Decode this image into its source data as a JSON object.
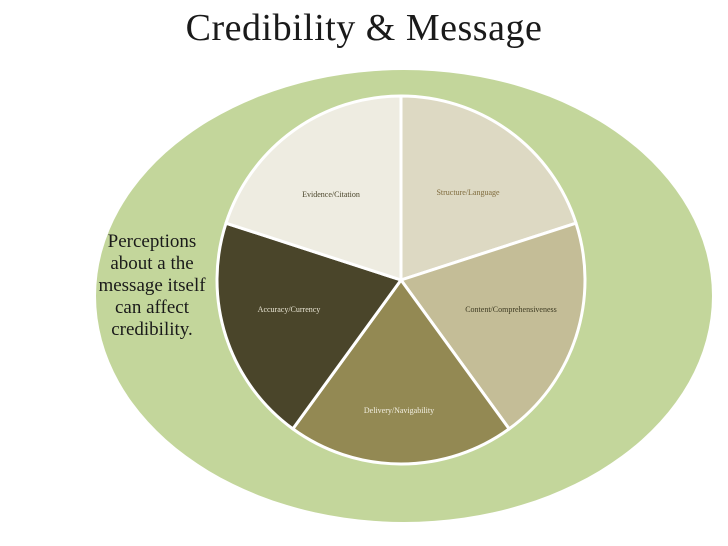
{
  "slide": {
    "title": "Credibility & Message",
    "note_lines": [
      "Perceptions",
      "about a the",
      "message itself",
      "can affect",
      "credibility."
    ]
  },
  "segments": [
    {
      "label": "Structure/Language",
      "fill": "#ddd9c3",
      "text_color": "#7f6b3c"
    },
    {
      "label": "Content/Comprehensiveness",
      "fill": "#c4bd97",
      "text_color": "#3d3a22"
    },
    {
      "label": "Delivery/Navigability",
      "fill": "#938953",
      "text_color": "#f2efe2"
    },
    {
      "label": "Accuracy/Currency",
      "fill": "#4a452a",
      "text_color": "#e8e4d3"
    },
    {
      "label": "Evidence/Citation",
      "fill": "#eeece1",
      "text_color": "#4a452a"
    }
  ],
  "colors": {
    "outer_ellipse": "#c3d69b",
    "segment_border": "#ffffff"
  }
}
